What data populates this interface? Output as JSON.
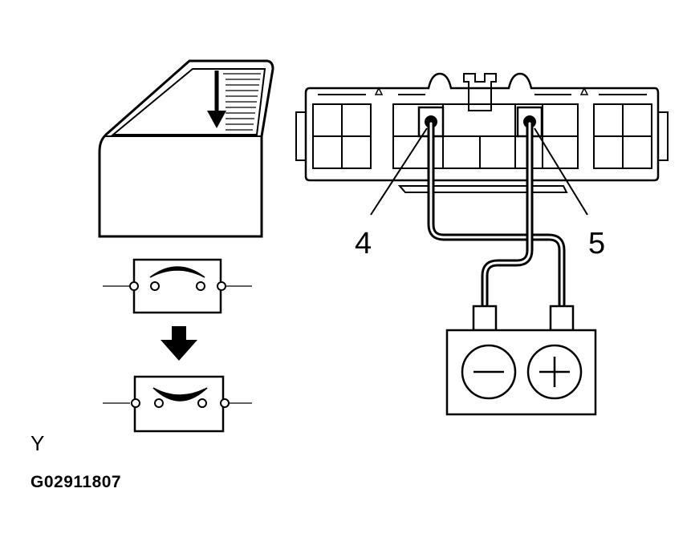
{
  "diagram": {
    "terminal_labels": {
      "left": "4",
      "right": "5"
    },
    "battery_terminals": {
      "negative": "−",
      "positive": "+"
    },
    "code_letter": "Y",
    "figure_code": "G02911807",
    "window_motion": "down",
    "switch_states": [
      "open",
      "closed"
    ]
  }
}
